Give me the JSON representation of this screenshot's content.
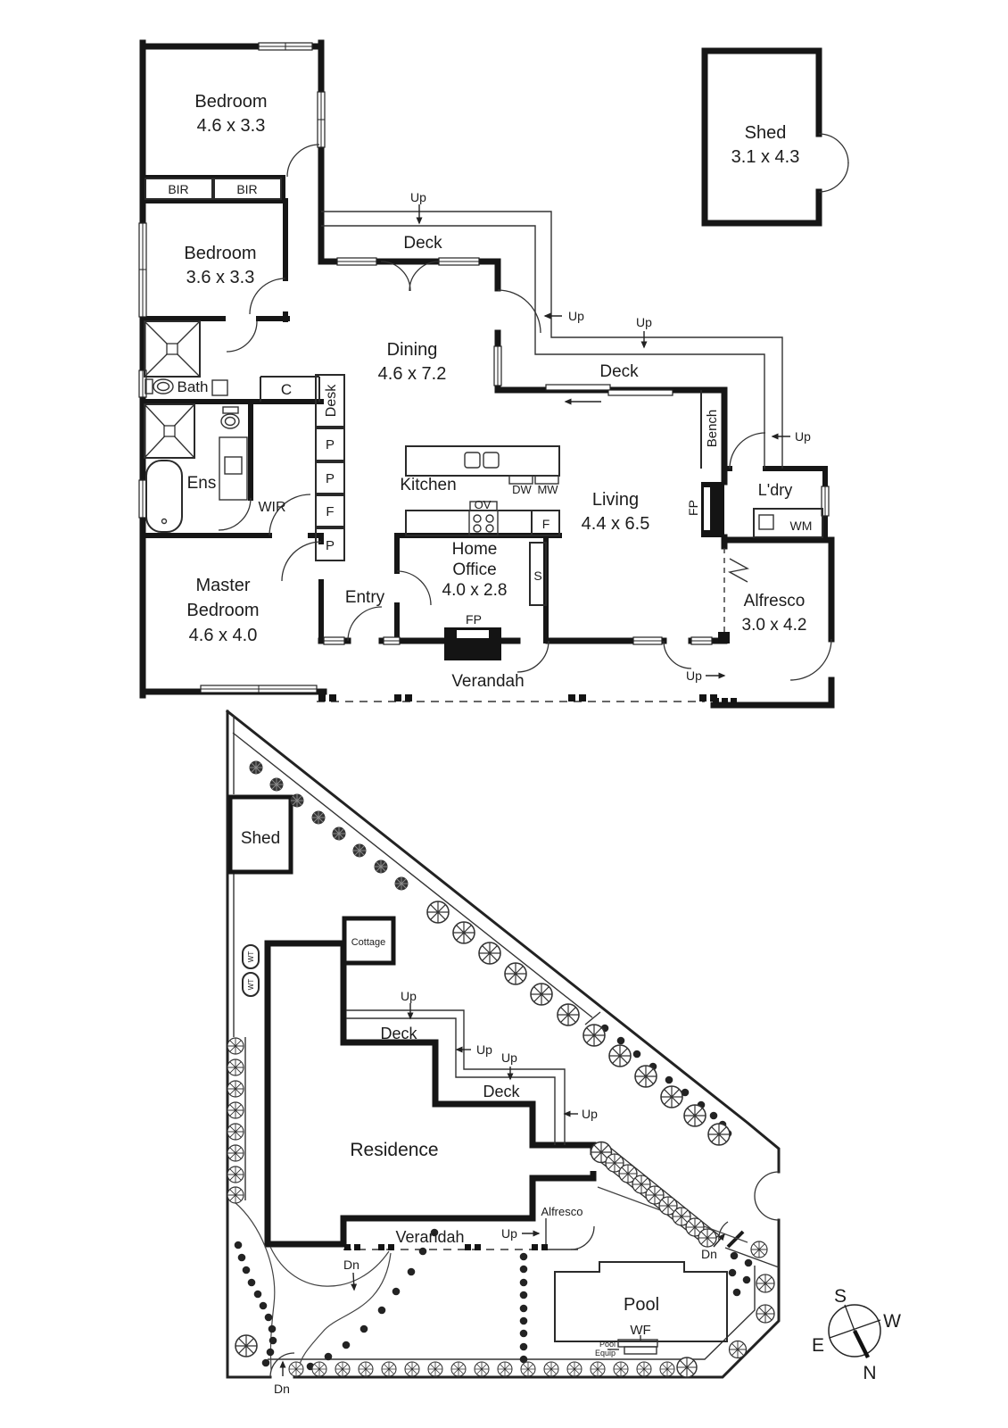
{
  "floor_plan": {
    "rooms": {
      "bedroom1": {
        "name": "Bedroom",
        "dims": "4.6 x 3.3"
      },
      "bedroom2": {
        "name": "Bedroom",
        "dims": "3.6 x 3.3"
      },
      "master_bedroom": {
        "line1": "Master",
        "line2": "Bedroom",
        "dims": "4.6 x 4.0"
      },
      "dining": {
        "name": "Dining",
        "dims": "4.6 x 7.2"
      },
      "living": {
        "name": "Living",
        "dims": "4.4 x 6.5"
      },
      "home_office": {
        "line1": "Home",
        "line2": "Office",
        "dims": "4.0 x 2.8"
      },
      "alfresco": {
        "name": "Alfresco",
        "dims": "3.0 x 4.2"
      },
      "shed": {
        "name": "Shed",
        "dims": "3.1 x 4.3"
      },
      "kitchen": {
        "name": "Kitchen"
      },
      "entry": {
        "name": "Entry"
      },
      "bath": {
        "name": "Bath"
      },
      "ens": {
        "name": "Ens"
      },
      "wir": {
        "name": "WIR"
      },
      "laundry": {
        "name": "L'dry"
      },
      "verandah": {
        "name": "Verandah"
      },
      "deck_upper": {
        "name": "Deck"
      },
      "deck_lower": {
        "name": "Deck"
      }
    },
    "fixtures": {
      "bir1": "BIR",
      "bir2": "BIR",
      "cupboard": "C",
      "desk": "Desk",
      "p1": "P",
      "p2": "P",
      "pantry_f": "F",
      "p3": "P",
      "oven": "OV",
      "dishwasher": "DW",
      "microwave": "MW",
      "fridge": "F",
      "store": "S",
      "bench": "Bench",
      "fireplace_living": "FP",
      "fireplace_verandah": "FP",
      "washing_machine": "WM"
    },
    "stairs": {
      "up1": "Up",
      "up2": "Up",
      "up3": "Up",
      "up4": "Up",
      "up5": "Up"
    }
  },
  "site_plan": {
    "labels": {
      "shed": "Shed",
      "cottage": "Cottage",
      "residence": "Residence",
      "deck_upper": "Deck",
      "deck_lower": "Deck",
      "alfresco": "Alfresco",
      "verandah": "Verandah",
      "pool": "Pool",
      "water_feature": "WF",
      "pool_equip_line1": "Pool",
      "pool_equip_line2": "Equip",
      "water_tank1": "WT",
      "water_tank2": "WT"
    },
    "stairs": {
      "up1": "Up",
      "up2": "Up",
      "up3": "Up",
      "up4": "Up",
      "up5": "Up",
      "dn1": "Dn",
      "dn2": "Dn",
      "dn3": "Dn"
    }
  },
  "compass": {
    "north": "N",
    "south": "S",
    "east": "E",
    "west": "W"
  },
  "colors": {
    "line": "#1c1c1c",
    "background": "#ffffff"
  }
}
